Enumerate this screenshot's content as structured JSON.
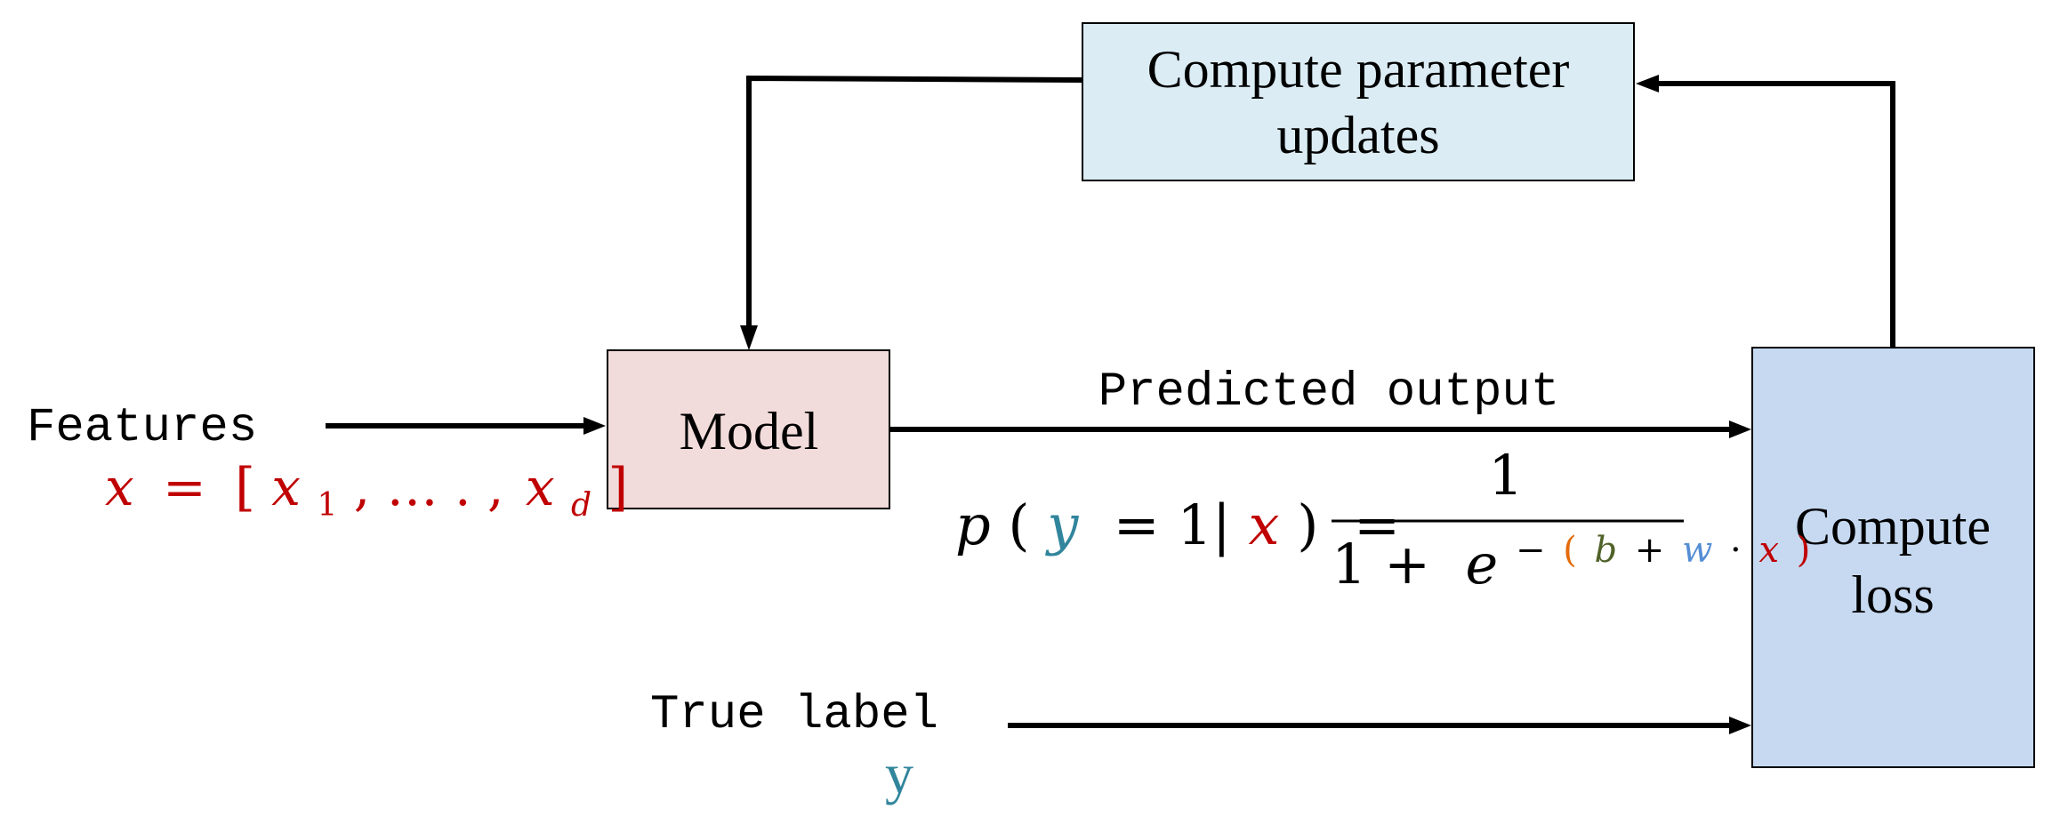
{
  "boxes": {
    "update": {
      "line1": "Compute parameter",
      "line2": "updates",
      "color": "#dbecf4"
    },
    "model": {
      "label": "Model",
      "color": "#f2dcdb"
    },
    "loss": {
      "line1": "Compute",
      "line2": "loss",
      "color": "#c6d9f1"
    }
  },
  "labels": {
    "features": "Features",
    "predicted_output": "Predicted output",
    "true_label": "True label",
    "true_label_symbol": "y"
  },
  "features_formula": {
    "x": "x",
    "eq": "=",
    "open": "[",
    "x1": "x",
    "sub1": "1",
    "mid": ", … . ,",
    "xd": "x",
    "subd": "d",
    "close": "]"
  },
  "probability_formula": {
    "p": "p",
    "open": "(",
    "y": "y",
    "eq1": " = 1|",
    "x": "x",
    "close": ")",
    "eq2": "=",
    "numerator": "1",
    "denom_one_plus": "1 + ",
    "e": "e",
    "minus": "−",
    "paren_open": "(",
    "b": "b",
    "plus": "+",
    "w": "w",
    "dot": "·",
    "x2": "x",
    "paren_close": ")"
  },
  "colors": {
    "red": "#c00000",
    "teal": "#31859c",
    "orange": "#e46c0a",
    "green": "#4f6228",
    "blue": "#558ed5",
    "arrow": "#000000"
  }
}
